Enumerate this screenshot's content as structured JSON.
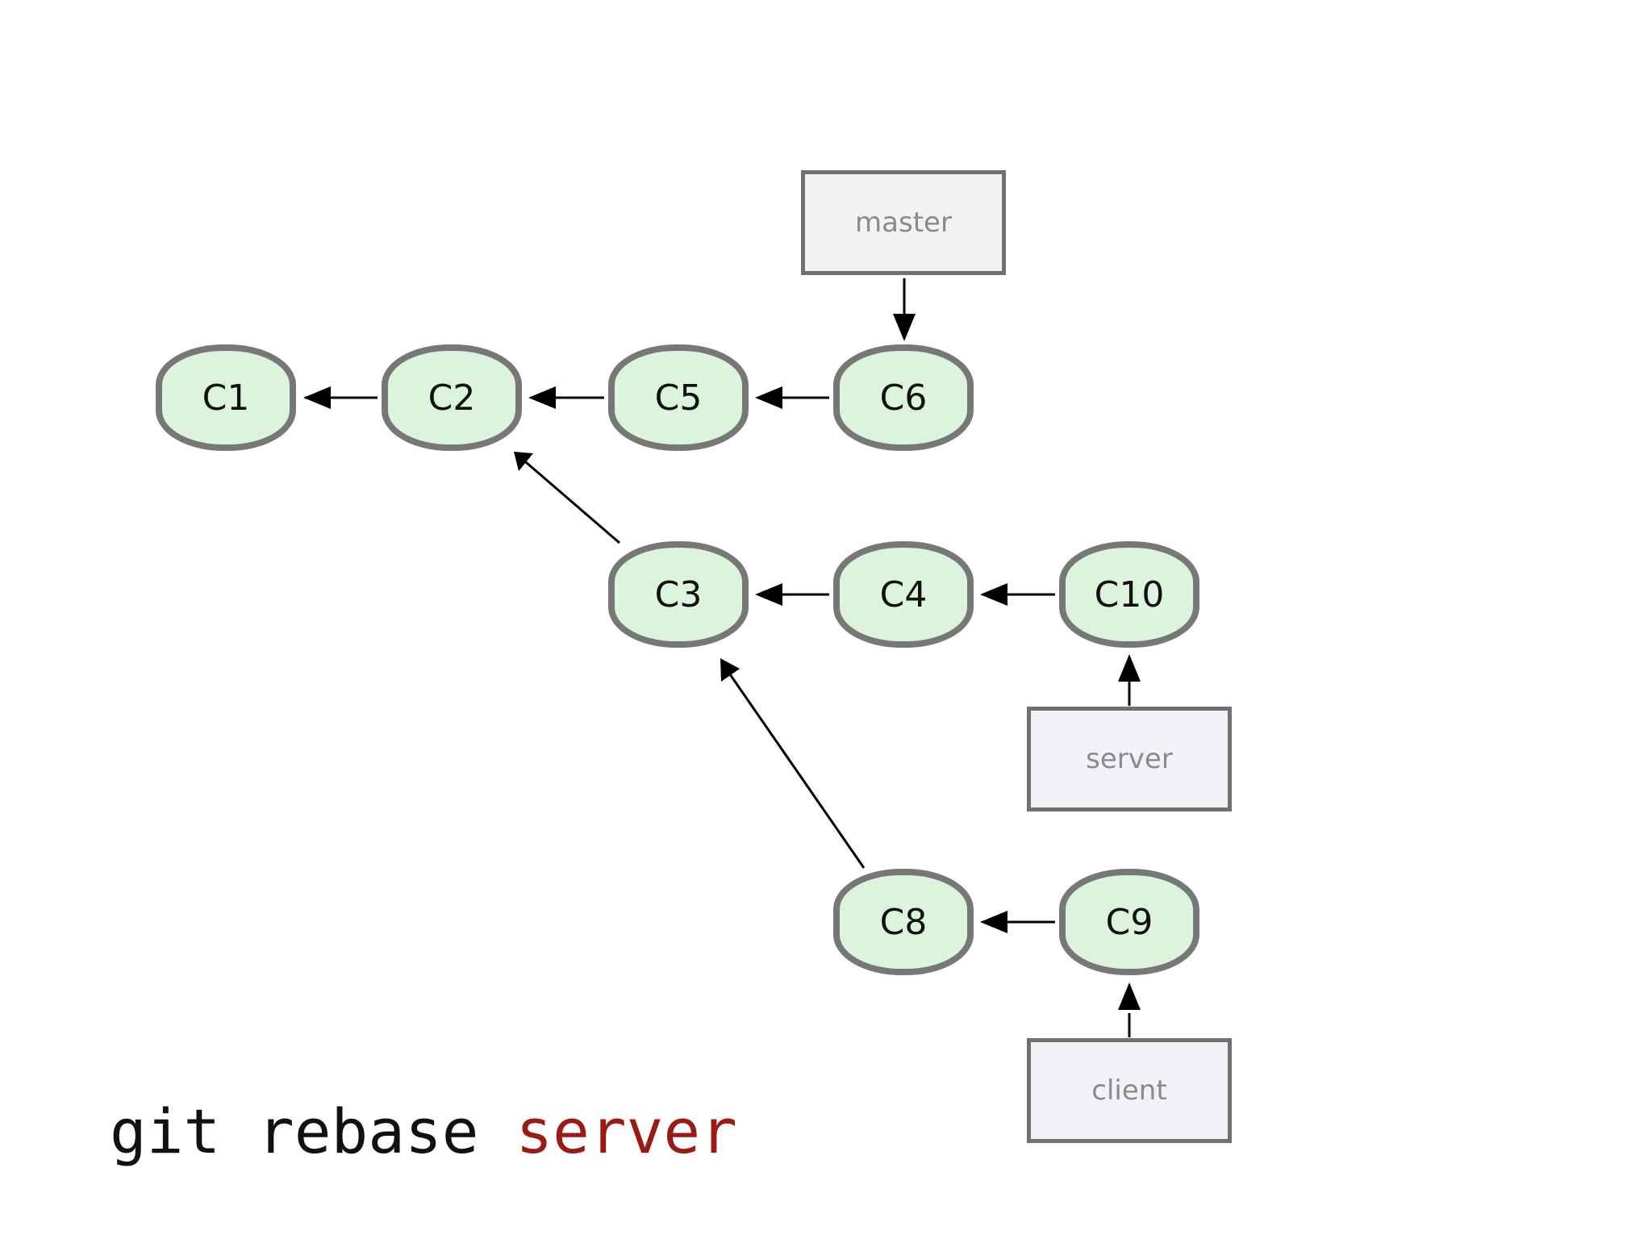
{
  "commits": [
    {
      "id": "c1",
      "label": "C1"
    },
    {
      "id": "c2",
      "label": "C2"
    },
    {
      "id": "c5",
      "label": "C5"
    },
    {
      "id": "c6",
      "label": "C6"
    },
    {
      "id": "c3",
      "label": "C3"
    },
    {
      "id": "c4",
      "label": "C4"
    },
    {
      "id": "c10",
      "label": "C10"
    },
    {
      "id": "c8",
      "label": "C8"
    },
    {
      "id": "c9",
      "label": "C9"
    }
  ],
  "branches": [
    {
      "id": "master",
      "label": "master",
      "points_to": "c6"
    },
    {
      "id": "server",
      "label": "server",
      "points_to": "c10"
    },
    {
      "id": "client",
      "label": "client",
      "points_to": "c9"
    }
  ],
  "parent_links": [
    {
      "from": "c2",
      "to": "c1"
    },
    {
      "from": "c5",
      "to": "c2"
    },
    {
      "from": "c6",
      "to": "c5"
    },
    {
      "from": "c3",
      "to": "c2"
    },
    {
      "from": "c4",
      "to": "c3"
    },
    {
      "from": "c10",
      "to": "c4"
    },
    {
      "from": "c8",
      "to": "c3"
    },
    {
      "from": "c9",
      "to": "c8"
    }
  ],
  "command": {
    "base": "git rebase",
    "argument": "server"
  },
  "colors": {
    "commit_fill": "#dcf3dc",
    "commit_border": "#777777",
    "branch_fill": "#f2f2f2",
    "branch_border": "#707070",
    "branch_text": "#8a8a8a",
    "arrow": "#000000",
    "command_text": "#111111",
    "command_argument": "#9b1b14"
  }
}
